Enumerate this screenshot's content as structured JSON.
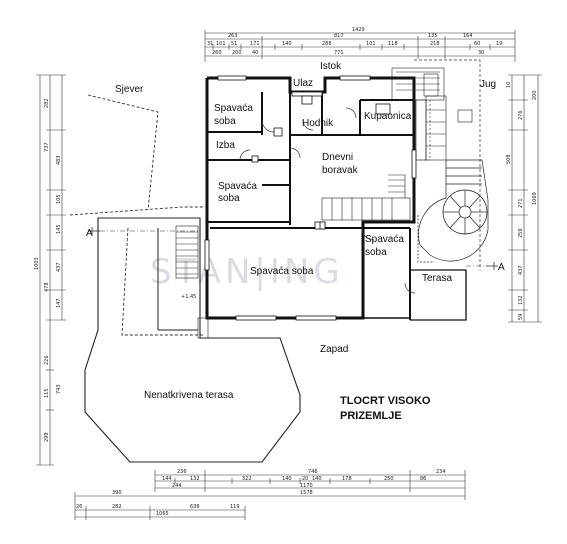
{
  "orientation": {
    "north": "Sjever",
    "east": "Istok",
    "south": "Jug",
    "west": "Zapad"
  },
  "rooms": {
    "ulaz": "Ulaz",
    "spavaca_1": [
      "Spavaća",
      "soba"
    ],
    "hodnik": "Hodnik",
    "kupaonica": "Kupaonica",
    "izba": "Izba",
    "dnevni": [
      "Dnevni",
      "boravak"
    ],
    "spavaca_2": [
      "Spavaća",
      "soba"
    ],
    "spavaca_3": [
      "Spavaća",
      "soba"
    ],
    "spavaca_big": "Spavaća soba",
    "terasa": "Terasa",
    "nenatkrivena": "Nenatkrivena terasa"
  },
  "title": [
    "TLOCRT VISOKO",
    "PRIZEMLJE"
  ],
  "section_marks": [
    "A",
    "A"
  ],
  "stair_label": "+1.45",
  "watermark": "STAN|ING",
  "dimensions": {
    "top_row1": [
      "1429"
    ],
    "top_row2": [
      "263",
      "817",
      "135",
      "164"
    ],
    "top_row3": [
      "31",
      "101",
      "51",
      "171",
      "140",
      "288",
      "101",
      "118",
      "218",
      "60",
      "19"
    ],
    "top_row4": [
      "260",
      "200",
      "40",
      "771",
      "30"
    ],
    "bottom_row1": [
      "236",
      "746",
      "234"
    ],
    "bottom_row2": [
      "144",
      "132",
      "322",
      "140",
      "20",
      "140",
      "178",
      "250",
      "86"
    ],
    "bottom_row3": [
      "244",
      "1170"
    ],
    "bottom_row4": [
      "390",
      "1578"
    ],
    "bottom_row5": [
      "26",
      "282",
      "636",
      "119"
    ],
    "bottom_row6": [
      "1065"
    ],
    "left_outer": "1003",
    "left_col1": [
      "282",
      "737",
      "483",
      "105",
      "145",
      "437",
      "147",
      "226",
      "115",
      "299"
    ],
    "left_col2": [
      "478",
      "743"
    ],
    "right_col1": [
      "10",
      "276",
      "508",
      "271",
      "259",
      "437",
      "132",
      "59"
    ],
    "right_col2": [
      "200",
      "1069"
    ]
  }
}
